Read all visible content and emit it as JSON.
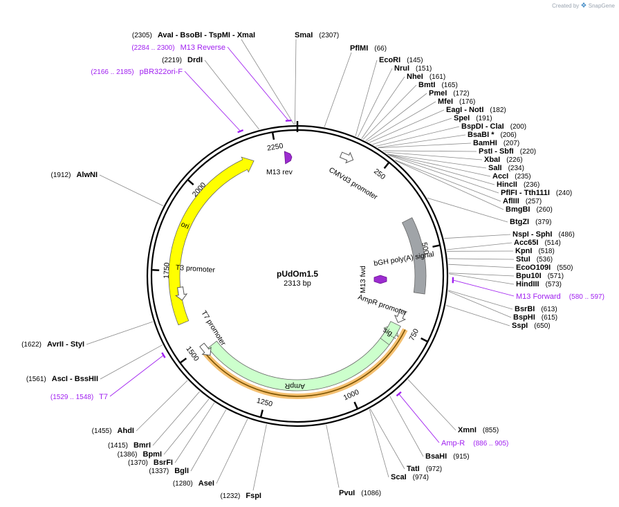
{
  "plasmid": {
    "name": "pUdOm1.5",
    "size_label": "2313 bp",
    "length": 2313
  },
  "credit": {
    "prefix": "Created by",
    "brand": "SnapGene"
  },
  "ticks": [
    {
      "pos": 250,
      "label": "250"
    },
    {
      "pos": 500,
      "label": "500"
    },
    {
      "pos": 750,
      "label": "750"
    },
    {
      "pos": 1000,
      "label": "1000"
    },
    {
      "pos": 1250,
      "label": "1250"
    },
    {
      "pos": 1500,
      "label": "1500"
    },
    {
      "pos": 1750,
      "label": "1750"
    },
    {
      "pos": 2000,
      "label": "2000"
    },
    {
      "pos": 2250,
      "label": "2250"
    }
  ],
  "features": [
    {
      "name": "ori",
      "start": 1591,
      "end": 2180,
      "direction": "cw",
      "ring": 2,
      "color": "#ffff00"
    },
    {
      "name": "bGH poly(A) signal",
      "start": 405,
      "end": 630,
      "direction": "none",
      "ring": 2,
      "color": "#a0a4a8"
    },
    {
      "name": "AmpR",
      "start": 745,
      "end": 1485,
      "direction": "ccw",
      "ring": 1,
      "color": "#ccffcc"
    },
    {
      "name": "sig...",
      "start": 745,
      "end": 815,
      "direction": "none",
      "ring": 1,
      "color": "#ccffcc"
    }
  ],
  "promoters": [
    {
      "name": "CMVd3 promoter",
      "pos": 145,
      "direction": "cw"
    },
    {
      "name": "AmpR promoter",
      "pos": 715,
      "direction": "cw"
    },
    {
      "name": "T7 promoter",
      "pos": 1485,
      "direction": "ccw"
    },
    {
      "name": "T3 promoter",
      "pos": 1680,
      "direction": "ccw"
    }
  ],
  "primer_sites": [
    {
      "name": "M13 rev",
      "pos": 2283
    },
    {
      "name": "M13 fwd",
      "pos": 588
    }
  ],
  "labels": [
    {
      "name": "SmaI",
      "pos": "(2307)"
    },
    {
      "name": "PflMI",
      "pos": "(66)"
    },
    {
      "name": "EcoRI",
      "pos": "(145)"
    },
    {
      "name": "NruI",
      "pos": "(151)"
    },
    {
      "name": "NheI",
      "pos": "(161)"
    },
    {
      "name": "BmtI",
      "pos": "(165)"
    },
    {
      "name": "PmeI",
      "pos": "(172)"
    },
    {
      "name": "MfeI",
      "pos": "(176)"
    },
    {
      "name": "EagI  -  NotI",
      "pos": "(182)"
    },
    {
      "name": "SpeI",
      "pos": "(191)"
    },
    {
      "name": "BspDI  -  ClaI",
      "pos": "(200)"
    },
    {
      "name": "BsaBI *",
      "pos": "(206)"
    },
    {
      "name": "BamHI",
      "pos": "(207)"
    },
    {
      "name": "PstI  -  SbfI",
      "pos": "(220)"
    },
    {
      "name": "XbaI",
      "pos": "(226)"
    },
    {
      "name": "SalI",
      "pos": "(234)"
    },
    {
      "name": "AccI",
      "pos": "(235)"
    },
    {
      "name": "HincII",
      "pos": "(236)"
    },
    {
      "name": "PflFI  -  Tth111I",
      "pos": "(240)"
    },
    {
      "name": "AflIII",
      "pos": "(257)"
    },
    {
      "name": "BmgBI",
      "pos": "(260)"
    },
    {
      "name": "BtgZI",
      "pos": "(379)"
    },
    {
      "name": "NspI  -  SphI",
      "pos": "(486)"
    },
    {
      "name": "Acc65I",
      "pos": "(514)"
    },
    {
      "name": "KpnI",
      "pos": "(518)"
    },
    {
      "name": "StuI",
      "pos": "(536)"
    },
    {
      "name": "EcoO109I",
      "pos": "(550)"
    },
    {
      "name": "Bpu10I",
      "pos": "(571)"
    },
    {
      "name": "HindIII",
      "pos": "(573)"
    },
    {
      "name": "BsrBI",
      "pos": "(613)"
    },
    {
      "name": "BspHI",
      "pos": "(615)"
    },
    {
      "name": "SspI",
      "pos": "(650)"
    },
    {
      "name": "XmnI",
      "pos": "(855)"
    },
    {
      "name": "BsaHI",
      "pos": "(915)"
    },
    {
      "name": "TatI",
      "pos": "(972)"
    },
    {
      "name": "ScaI",
      "pos": "(974)"
    },
    {
      "name": "PvuI",
      "pos": "(1086)"
    },
    {
      "name": "FspI",
      "pos": "(1232)"
    },
    {
      "name": "AseI",
      "pos": "(1280)"
    },
    {
      "name": "BglI",
      "pos": "(1337)"
    },
    {
      "name": "BsrFI",
      "pos": "(1370)"
    },
    {
      "name": "BpmI",
      "pos": "(1386)"
    },
    {
      "name": "BmrI",
      "pos": "(1415)"
    },
    {
      "name": "AhdI",
      "pos": "(1455)"
    },
    {
      "name": "AscI  -  BssHII",
      "pos": "(1561)"
    },
    {
      "name": "AvrII  -  StyI",
      "pos": "(1622)"
    },
    {
      "name": "AlwNI",
      "pos": "(1912)"
    },
    {
      "name": "DrdI",
      "pos": "(2219)"
    },
    {
      "name": "AvaI  -  BsoBI  -  TspMI  -  XmaI",
      "pos": "(2305)"
    }
  ],
  "primer_labels": [
    {
      "name": "M13 Reverse",
      "range": "(2284 .. 2300)"
    },
    {
      "name": "pBR322ori-F",
      "range": "(2166 .. 2185)"
    },
    {
      "name": "M13 Forward",
      "range": "(580 .. 597)"
    },
    {
      "name": "Amp-R",
      "range": "(886 .. 905)"
    },
    {
      "name": "T7",
      "range": "(1529 .. 1548)"
    }
  ],
  "colors": {
    "primer": "#a020f0",
    "backbone": "#000000",
    "ampr_highlight": "#f4c071"
  }
}
